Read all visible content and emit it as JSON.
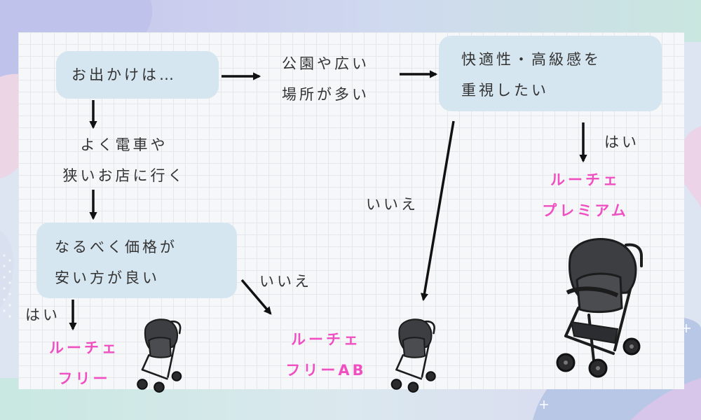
{
  "nodes": {
    "start": [
      "お出かけは…"
    ],
    "park": [
      "公園や広い",
      "場所が多い"
    ],
    "comfort": [
      "快適性・高級感を",
      "重視したい"
    ],
    "train": [
      "よく電車や",
      "狭いお店に行く"
    ],
    "price": [
      "なるべく価格が",
      "安い方が良い"
    ]
  },
  "edge_labels": {
    "yes_premium": "はい",
    "no_comfort": "いいえ",
    "no_price": "いいえ",
    "yes_free": "はい"
  },
  "results": {
    "premium": [
      "ルーチェ",
      "プレミアム"
    ],
    "free_ab": [
      "ルーチェ",
      "フリーAB"
    ],
    "free": [
      "ルーチェ",
      "フリー"
    ]
  },
  "colors": {
    "box_fill": "#d6e6f1",
    "result_text": "#f04fc2",
    "arrow": "#111111"
  }
}
